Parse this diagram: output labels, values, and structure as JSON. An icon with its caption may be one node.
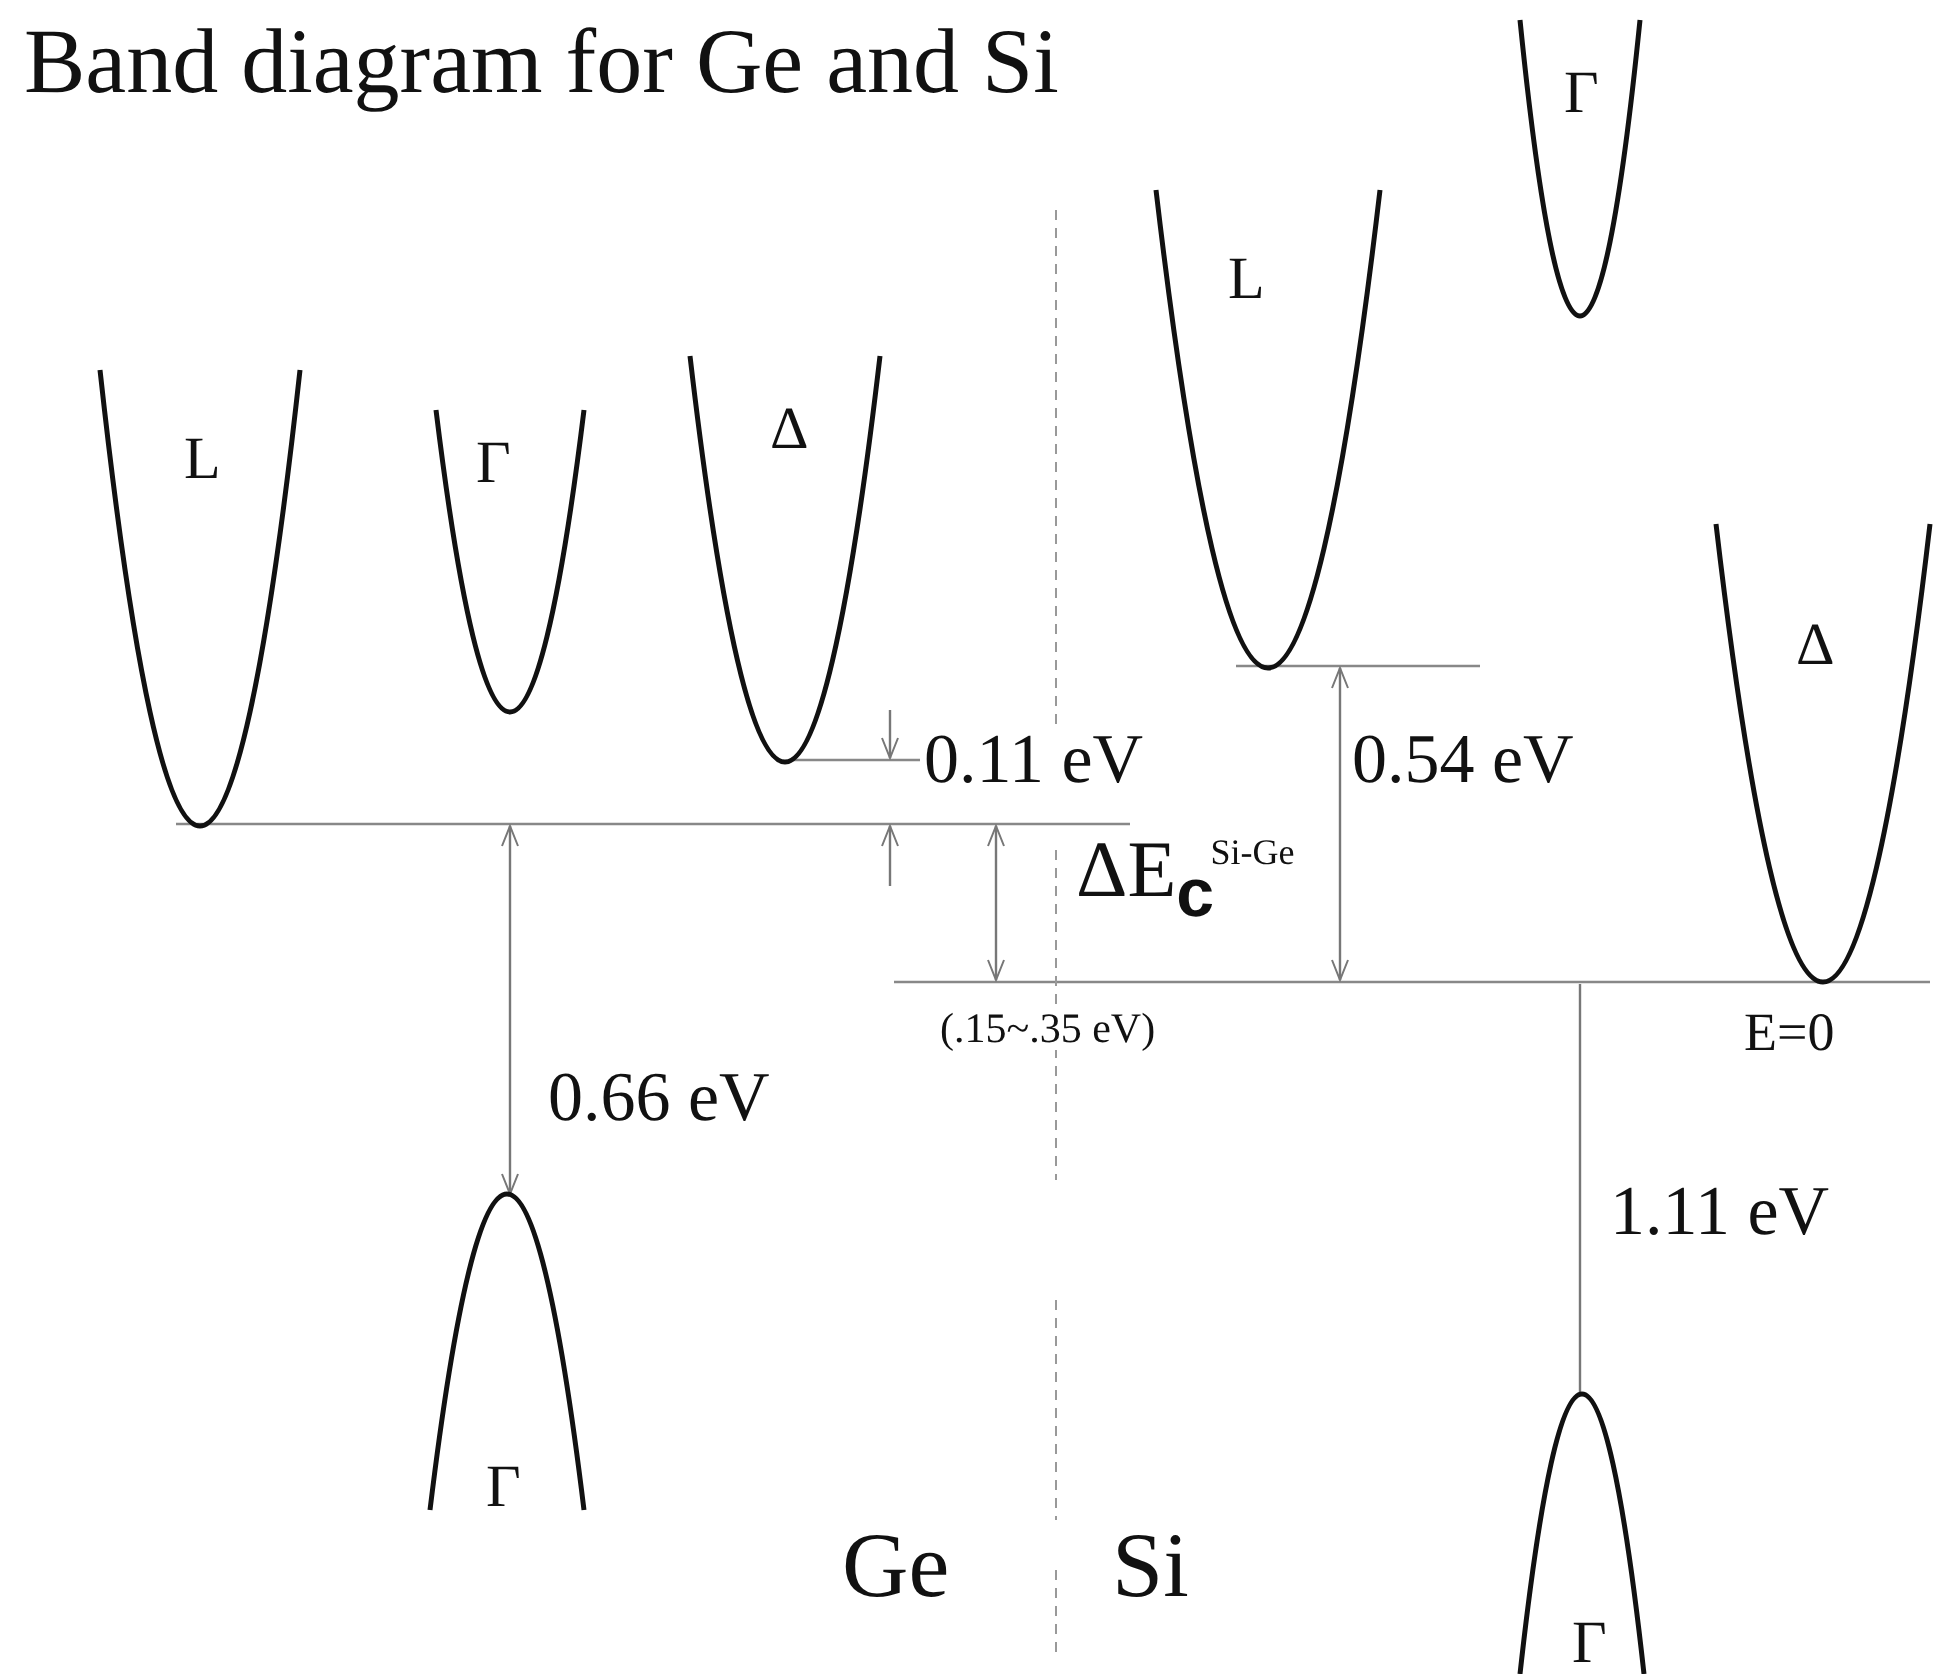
{
  "diagram": {
    "title": "Band diagram for Ge and Si",
    "nodes": [
      {
        "text": [
          "Γ"
        ]
      },
      {
        "text": [
          "L"
        ]
      },
      {
        "text": [
          "L"
        ]
      },
      {
        "text": [
          "Γ"
        ]
      },
      {
        "text": [
          "Δ"
        ]
      },
      {
        "text": [
          "Δ"
        ]
      },
      {
        "text": [
          "Γ"
        ]
      },
      {
        "text": [
          "Γ"
        ]
      }
    ],
    "labels": [
      "0.11 eV",
      "0.54 eV",
      "ΔE$_{c}$$^{Si-Ge}$",
      "(.15~.35 eV)",
      "E=0",
      "0.66 eV",
      "1.11 eV",
      "Ge",
      "Si"
    ]
  }
}
